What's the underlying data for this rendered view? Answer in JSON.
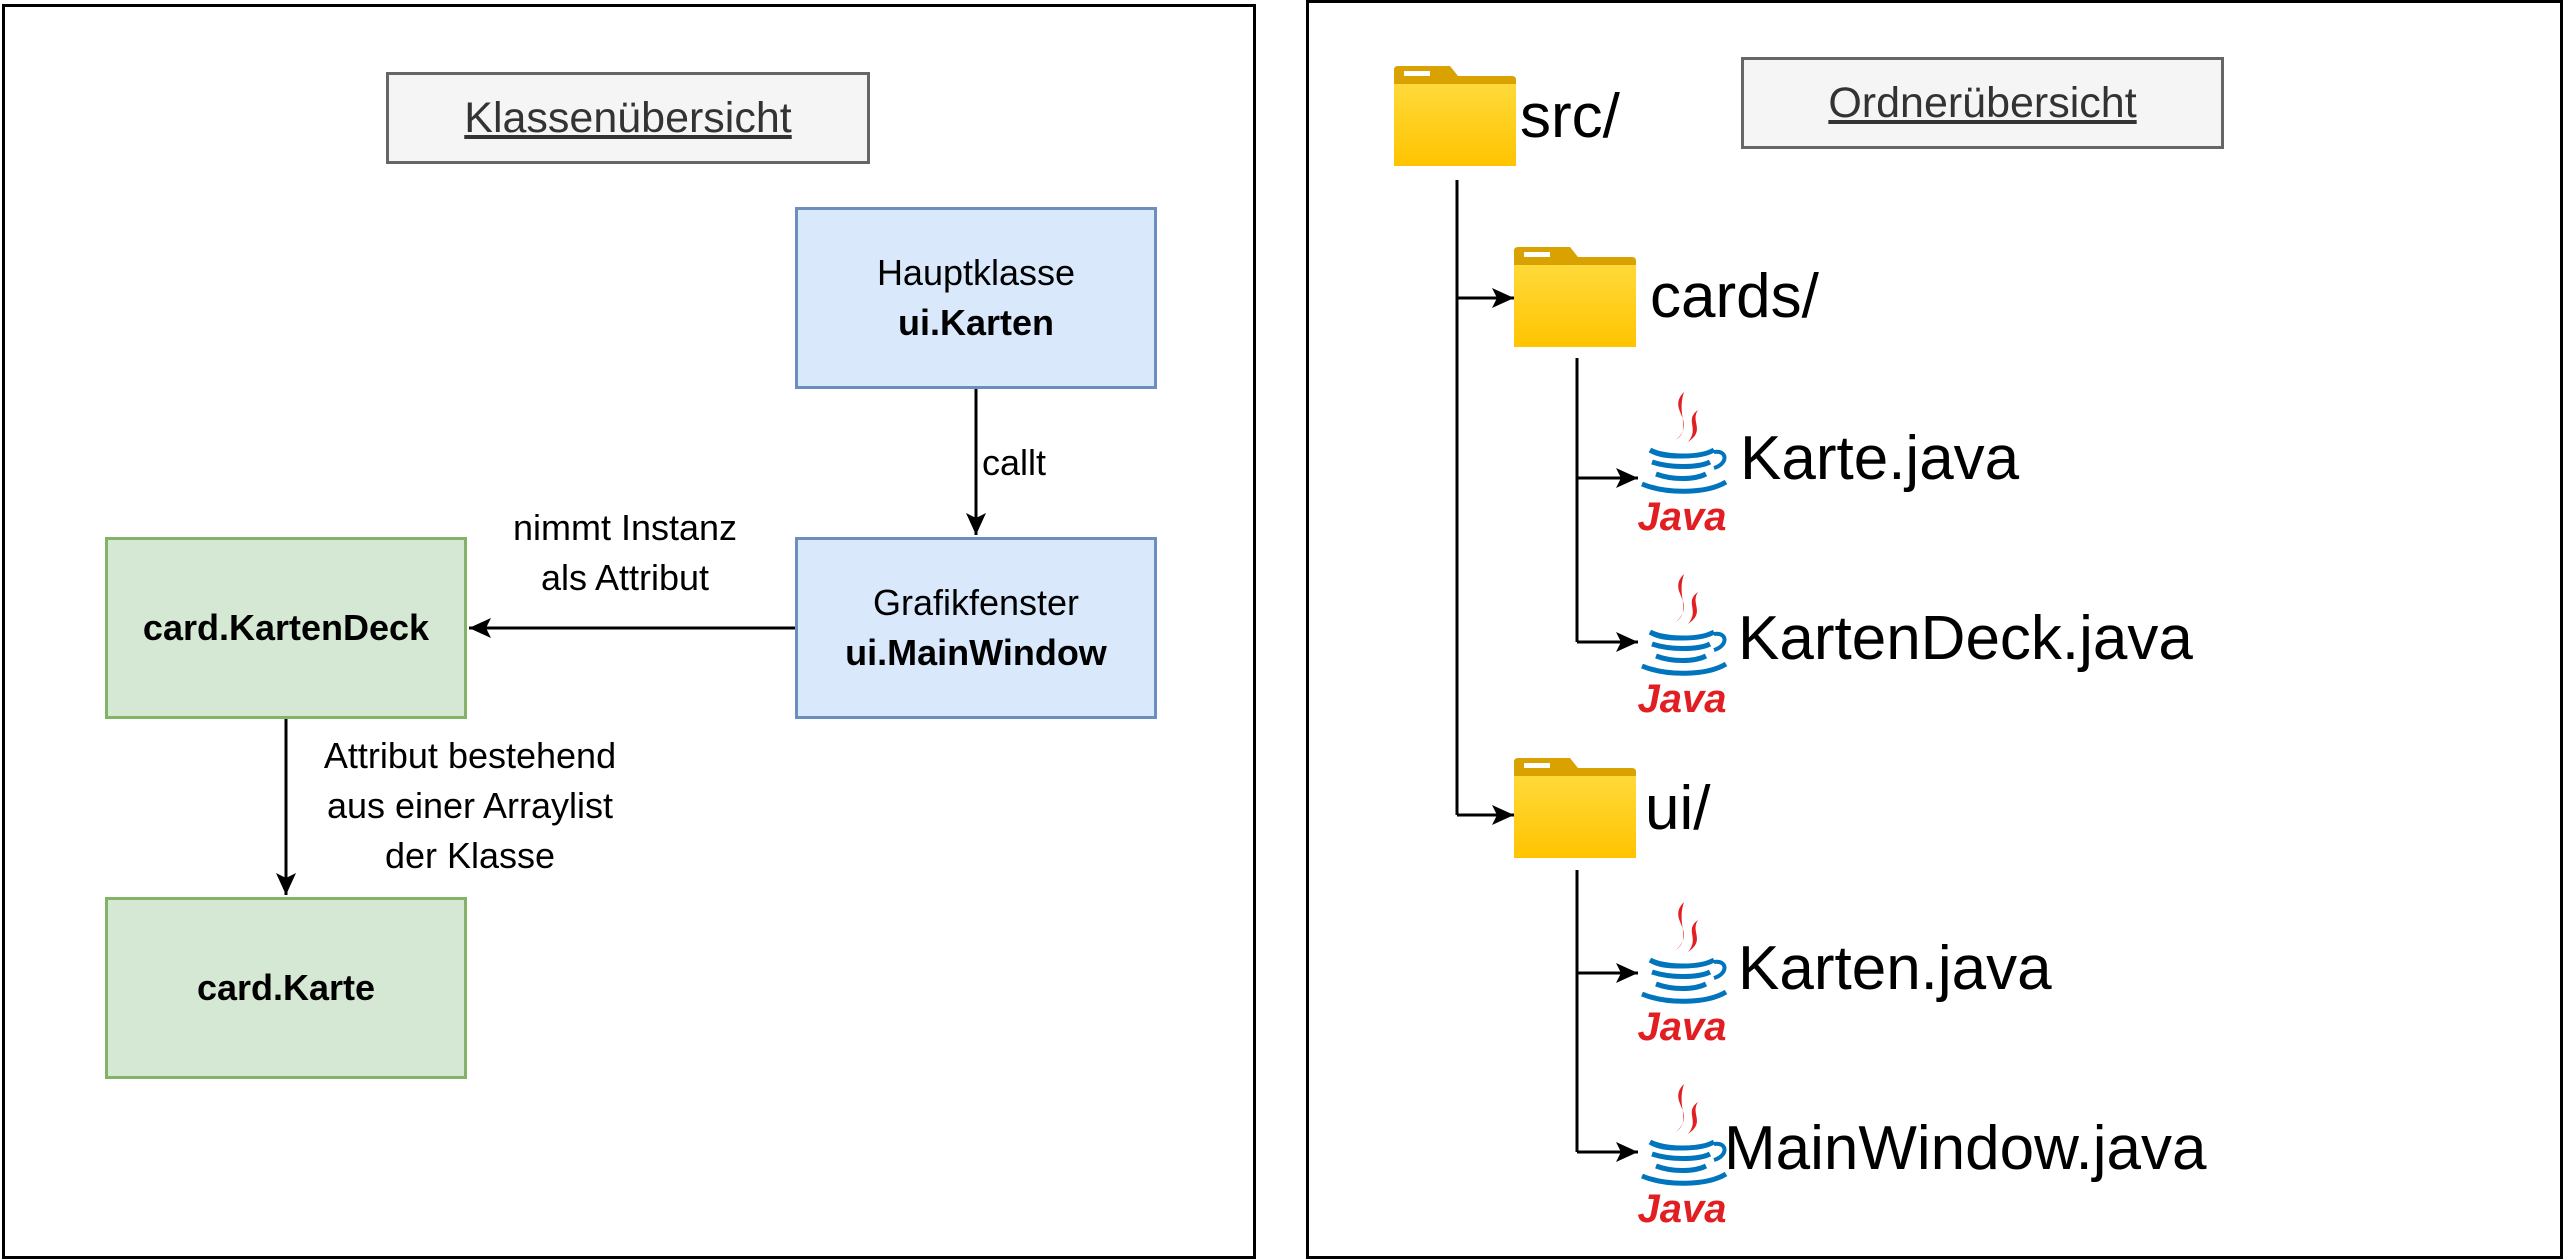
{
  "left_panel": {
    "title": "Klassenübersicht",
    "nodes": {
      "main": {
        "line1": "Hauptklasse",
        "line2": "ui.Karten"
      },
      "window": {
        "line1": "Grafikfenster",
        "line2": "ui.MainWindow"
      },
      "deck": {
        "label": "card.KartenDeck"
      },
      "karte": {
        "label": "card.Karte"
      }
    },
    "edges": {
      "calls": "callt",
      "instance_line1": "nimmt Instanz",
      "instance_line2": "als Attribut",
      "attr_line1": "Attribut bestehend",
      "attr_line2": "aus einer Arraylist",
      "attr_line3": "der Klasse"
    }
  },
  "right_panel": {
    "title": "Ordnerübersicht",
    "tree": {
      "root": "src/",
      "folder_cards": "cards/",
      "file_karte": "Karte.java",
      "file_kartendeck": "KartenDeck.java",
      "folder_ui": "ui/",
      "file_karten": "Karten.java",
      "file_mainwindow": "MainWindow.java"
    },
    "java_logo_text": "Java"
  },
  "colors": {
    "blue_fill": "#dae8fc",
    "blue_stroke": "#6c8ebf",
    "green_fill": "#d5e8d4",
    "green_stroke": "#82b366",
    "folder": "#ffcc00",
    "java_red": "#e11e22",
    "java_blue": "#0074bd"
  }
}
